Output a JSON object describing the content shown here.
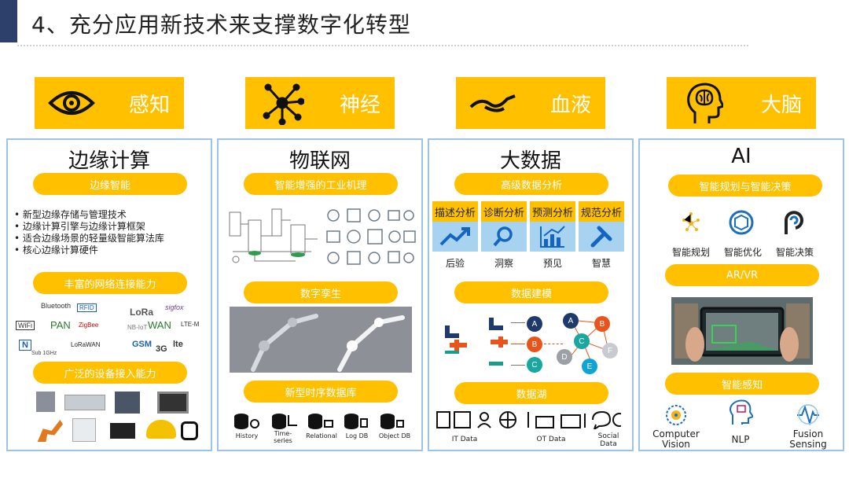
{
  "title": "4、充分应用新技术来支撑数字化转型",
  "headers": [
    {
      "label": "感知",
      "icon": "eye-icon"
    },
    {
      "label": "神经",
      "icon": "neuron-icon"
    },
    {
      "label": "血液",
      "icon": "blood-stream-icon"
    },
    {
      "label": "大脑",
      "icon": "brain-head-icon"
    }
  ],
  "panel1": {
    "title": "边缘计算",
    "pill1": "边缘智能",
    "bullets": [
      "新型边缘存储与管理技术",
      "边缘计算引擎与边缘计算框架",
      "适合边缘场景的轻量级智能算法库",
      "核心边缘计算硬件"
    ],
    "pill2": "丰富的网络连接能力",
    "net": {
      "bluetooth": "Bluetooth",
      "rfid": "RFID",
      "lora": "LoRa",
      "sigfox": "sigfox",
      "wifi": "WiFi",
      "pan": "PAN",
      "zigbee": "ZigBee",
      "nbiot": "NB-IoT",
      "wan": "WAN",
      "ltem": "LTE-M",
      "nfc": "N",
      "nbi": "NB-IoT",
      "lorawan": "LoRaWAN",
      "gsm": "GSM",
      "g3": "3G",
      "lte": "lte",
      "sub": "Sub 1GHz"
    },
    "pill3": "广泛的设备接入能力"
  },
  "panel2": {
    "title": "物联网",
    "pill1": "智能增强的工业机理",
    "pill2": "数字孪生",
    "pill3": "新型时序数据库",
    "dbs": [
      "History",
      "Time-series",
      "Relational",
      "Log DB",
      "Object DB"
    ]
  },
  "panel3": {
    "title": "大数据",
    "pill1": "高级数据分析",
    "analysis": [
      {
        "head": "描述分析",
        "foot": "后验",
        "icon": "trend-up-icon"
      },
      {
        "head": "诊断分析",
        "foot": "洞察",
        "icon": "magnifier-icon"
      },
      {
        "head": "预测分析",
        "foot": "预见",
        "icon": "bar-chart-icon"
      },
      {
        "head": "规范分析",
        "foot": "智慧",
        "icon": "tools-icon"
      }
    ],
    "pill2": "数据建模",
    "nodes": [
      "A",
      "B",
      "C",
      "A",
      "B",
      "C",
      "D",
      "E",
      "F"
    ],
    "pill3": "数据湖",
    "lake": [
      "IT Data",
      "OT Data",
      "Social Data"
    ]
  },
  "panel4": {
    "title": "AI",
    "pill1": "智能规划与智能决策",
    "items": [
      "智能规划",
      "智能优化",
      "智能决策"
    ],
    "pill2": "AR/VR",
    "pill3": "智能感知",
    "sense": [
      "Computer Vision",
      "NLP",
      "Fusion Sensing"
    ]
  },
  "colors": {
    "accent": "#ffc000",
    "border": "#9dc3e6",
    "title_bar": "#2d3f6b",
    "light_blue": "#a7d3f0"
  }
}
